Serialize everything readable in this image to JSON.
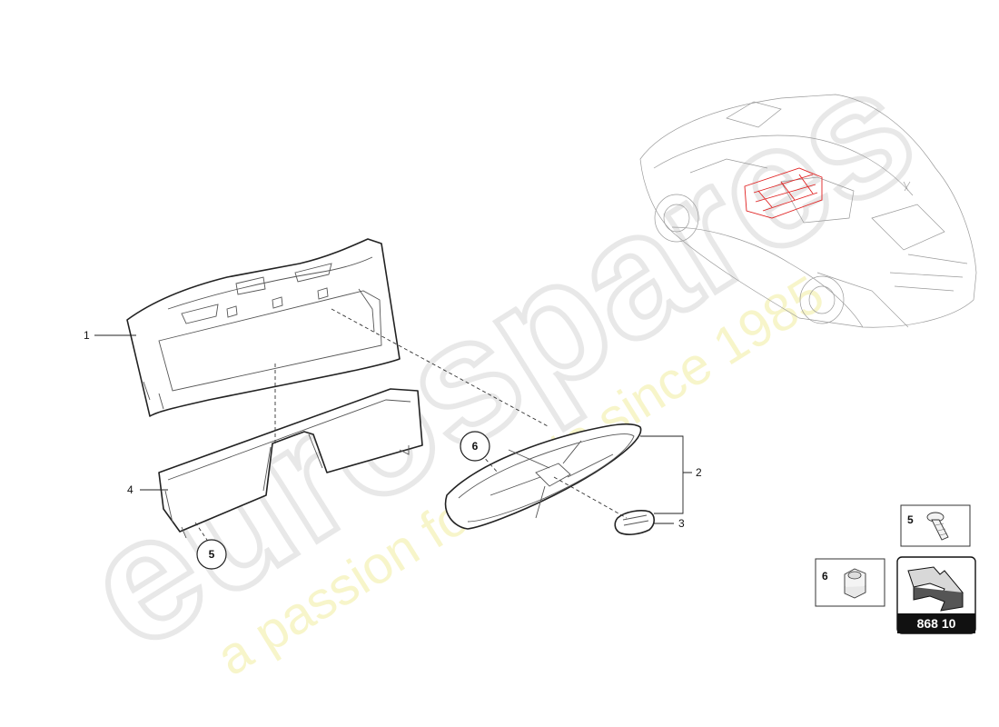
{
  "watermark": {
    "brand": "eurospares",
    "tagline": "a passion for parts since 1985",
    "brand_color": "#dcdcdc",
    "tagline_color": "#f4f1b0"
  },
  "callouts": [
    {
      "id": "1",
      "label": "1",
      "part": "rear-panel-trim"
    },
    {
      "id": "2",
      "label": "2",
      "part": "interior-mirror"
    },
    {
      "id": "3",
      "label": "3",
      "part": "mirror-mount-clip"
    },
    {
      "id": "4",
      "label": "4",
      "part": "lower-trim-panel"
    }
  ],
  "circled_refs": [
    {
      "id": "5",
      "label": "5"
    },
    {
      "id": "6",
      "label": "6"
    }
  ],
  "legend": {
    "items": [
      {
        "id": "5",
        "label": "5",
        "icon": "screw-icon"
      },
      {
        "id": "6",
        "label": "6",
        "icon": "nut-icon"
      }
    ],
    "page_number": "868 10",
    "page_icon": "arrow-page-icon"
  },
  "colors": {
    "highlight": "#e02020",
    "line": "#222222",
    "car_line": "#9a9a9a"
  }
}
